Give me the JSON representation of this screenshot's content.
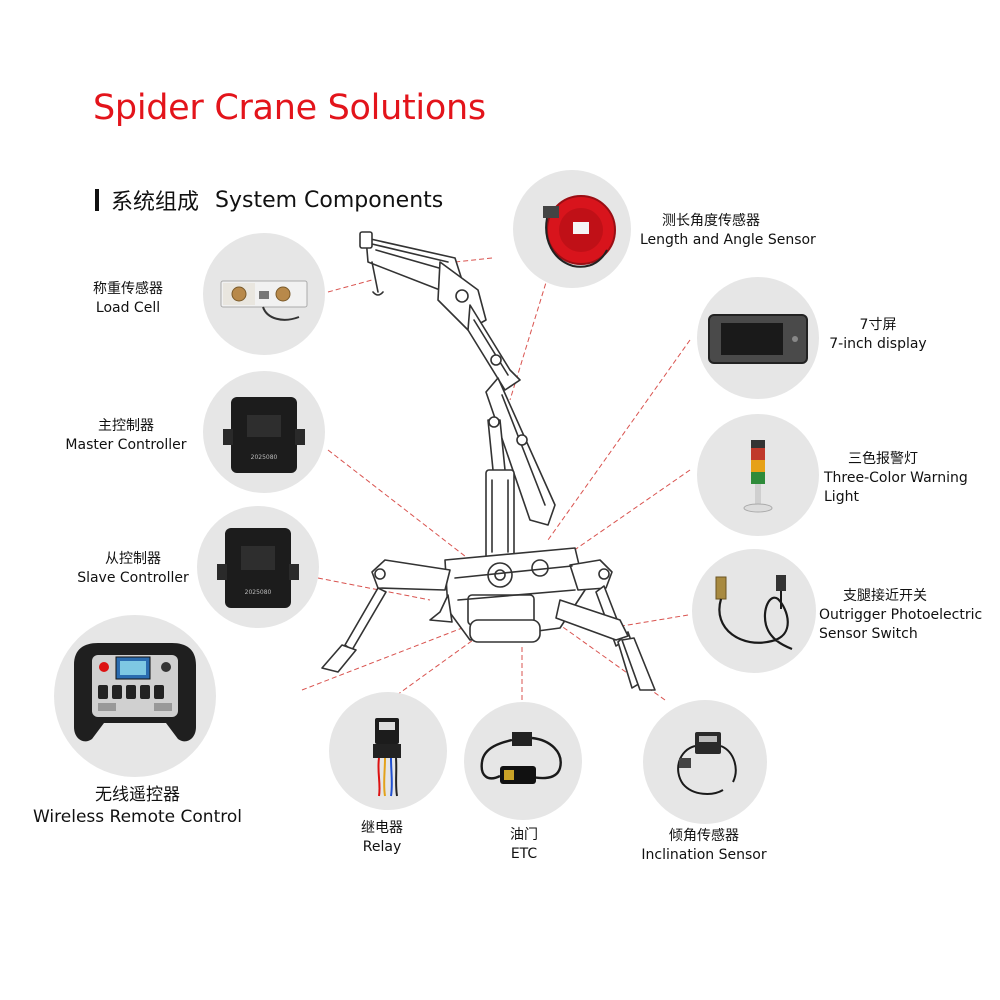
{
  "title": "Spider Crane Solutions",
  "section": {
    "zh": "系统组成",
    "en": "System Components"
  },
  "components": {
    "length_angle_sensor": {
      "zh": "测长角度传感器",
      "en": "Length and Angle Sensor"
    },
    "load_cell": {
      "zh": "称重传感器",
      "en": "Load Cell"
    },
    "display": {
      "zh": "7寸屏",
      "en": "7-inch display"
    },
    "master_controller": {
      "zh": "主控制器",
      "en": "Master Controller",
      "chip_text": "2025080"
    },
    "warning_light": {
      "zh": "三色报警灯",
      "en1": "Three-Color Warning",
      "en2": "Light"
    },
    "slave_controller": {
      "zh": "从控制器",
      "en": "Slave Controller",
      "chip_text": "2025080"
    },
    "outrigger_switch": {
      "zh": "支腿接近开关",
      "en1": "Outrigger Photoelectric",
      "en2": "Sensor Switch"
    },
    "wireless_remote": {
      "zh": "无线遥控器",
      "en": "Wireless Remote Control"
    },
    "relay": {
      "zh": "继电器",
      "en": "Relay"
    },
    "etc": {
      "zh": "油门",
      "en": "ETC"
    },
    "inclination_sensor": {
      "zh": "倾角传感器",
      "en": "Inclination Sensor"
    }
  },
  "colors": {
    "title": "#e3141b",
    "leader_line": "#d9534f",
    "circle_bg": "#e6e6e6",
    "crane_outline": "#333333"
  }
}
